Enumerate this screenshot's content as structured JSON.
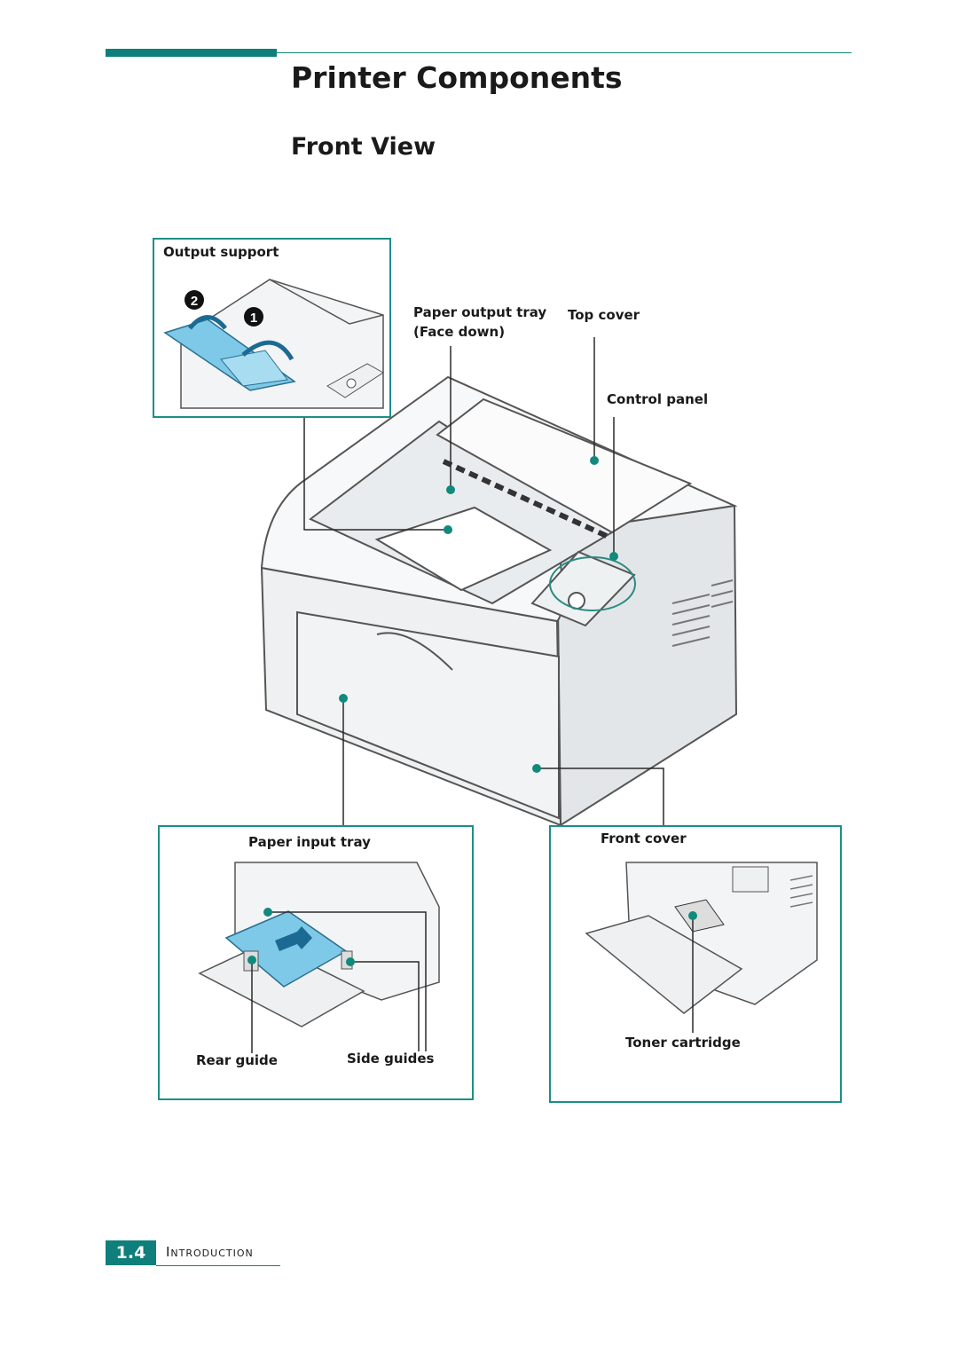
{
  "header": {
    "title": "Printer Components",
    "subtitle": "Front View"
  },
  "callouts": {
    "output_support": "Output support",
    "paper_output_tray": "Paper output tray",
    "face_down": "(Face down)",
    "top_cover": "Top cover",
    "control_panel": "Control panel",
    "paper_input_tray": "Paper input tray",
    "rear_guide": "Rear guide",
    "side_guides": "Side guides",
    "front_cover": "Front cover",
    "toner_cartridge": "Toner cartridge"
  },
  "step_numbers": [
    "2",
    "1"
  ],
  "footer": {
    "page_number": "1.4",
    "section": "Introduction"
  },
  "colors": {
    "accent": "#0e7f7a",
    "inset_border": "#1d8f86",
    "callout_dot": "#0f8a7c",
    "paper_blue": "#7ec8e8"
  }
}
